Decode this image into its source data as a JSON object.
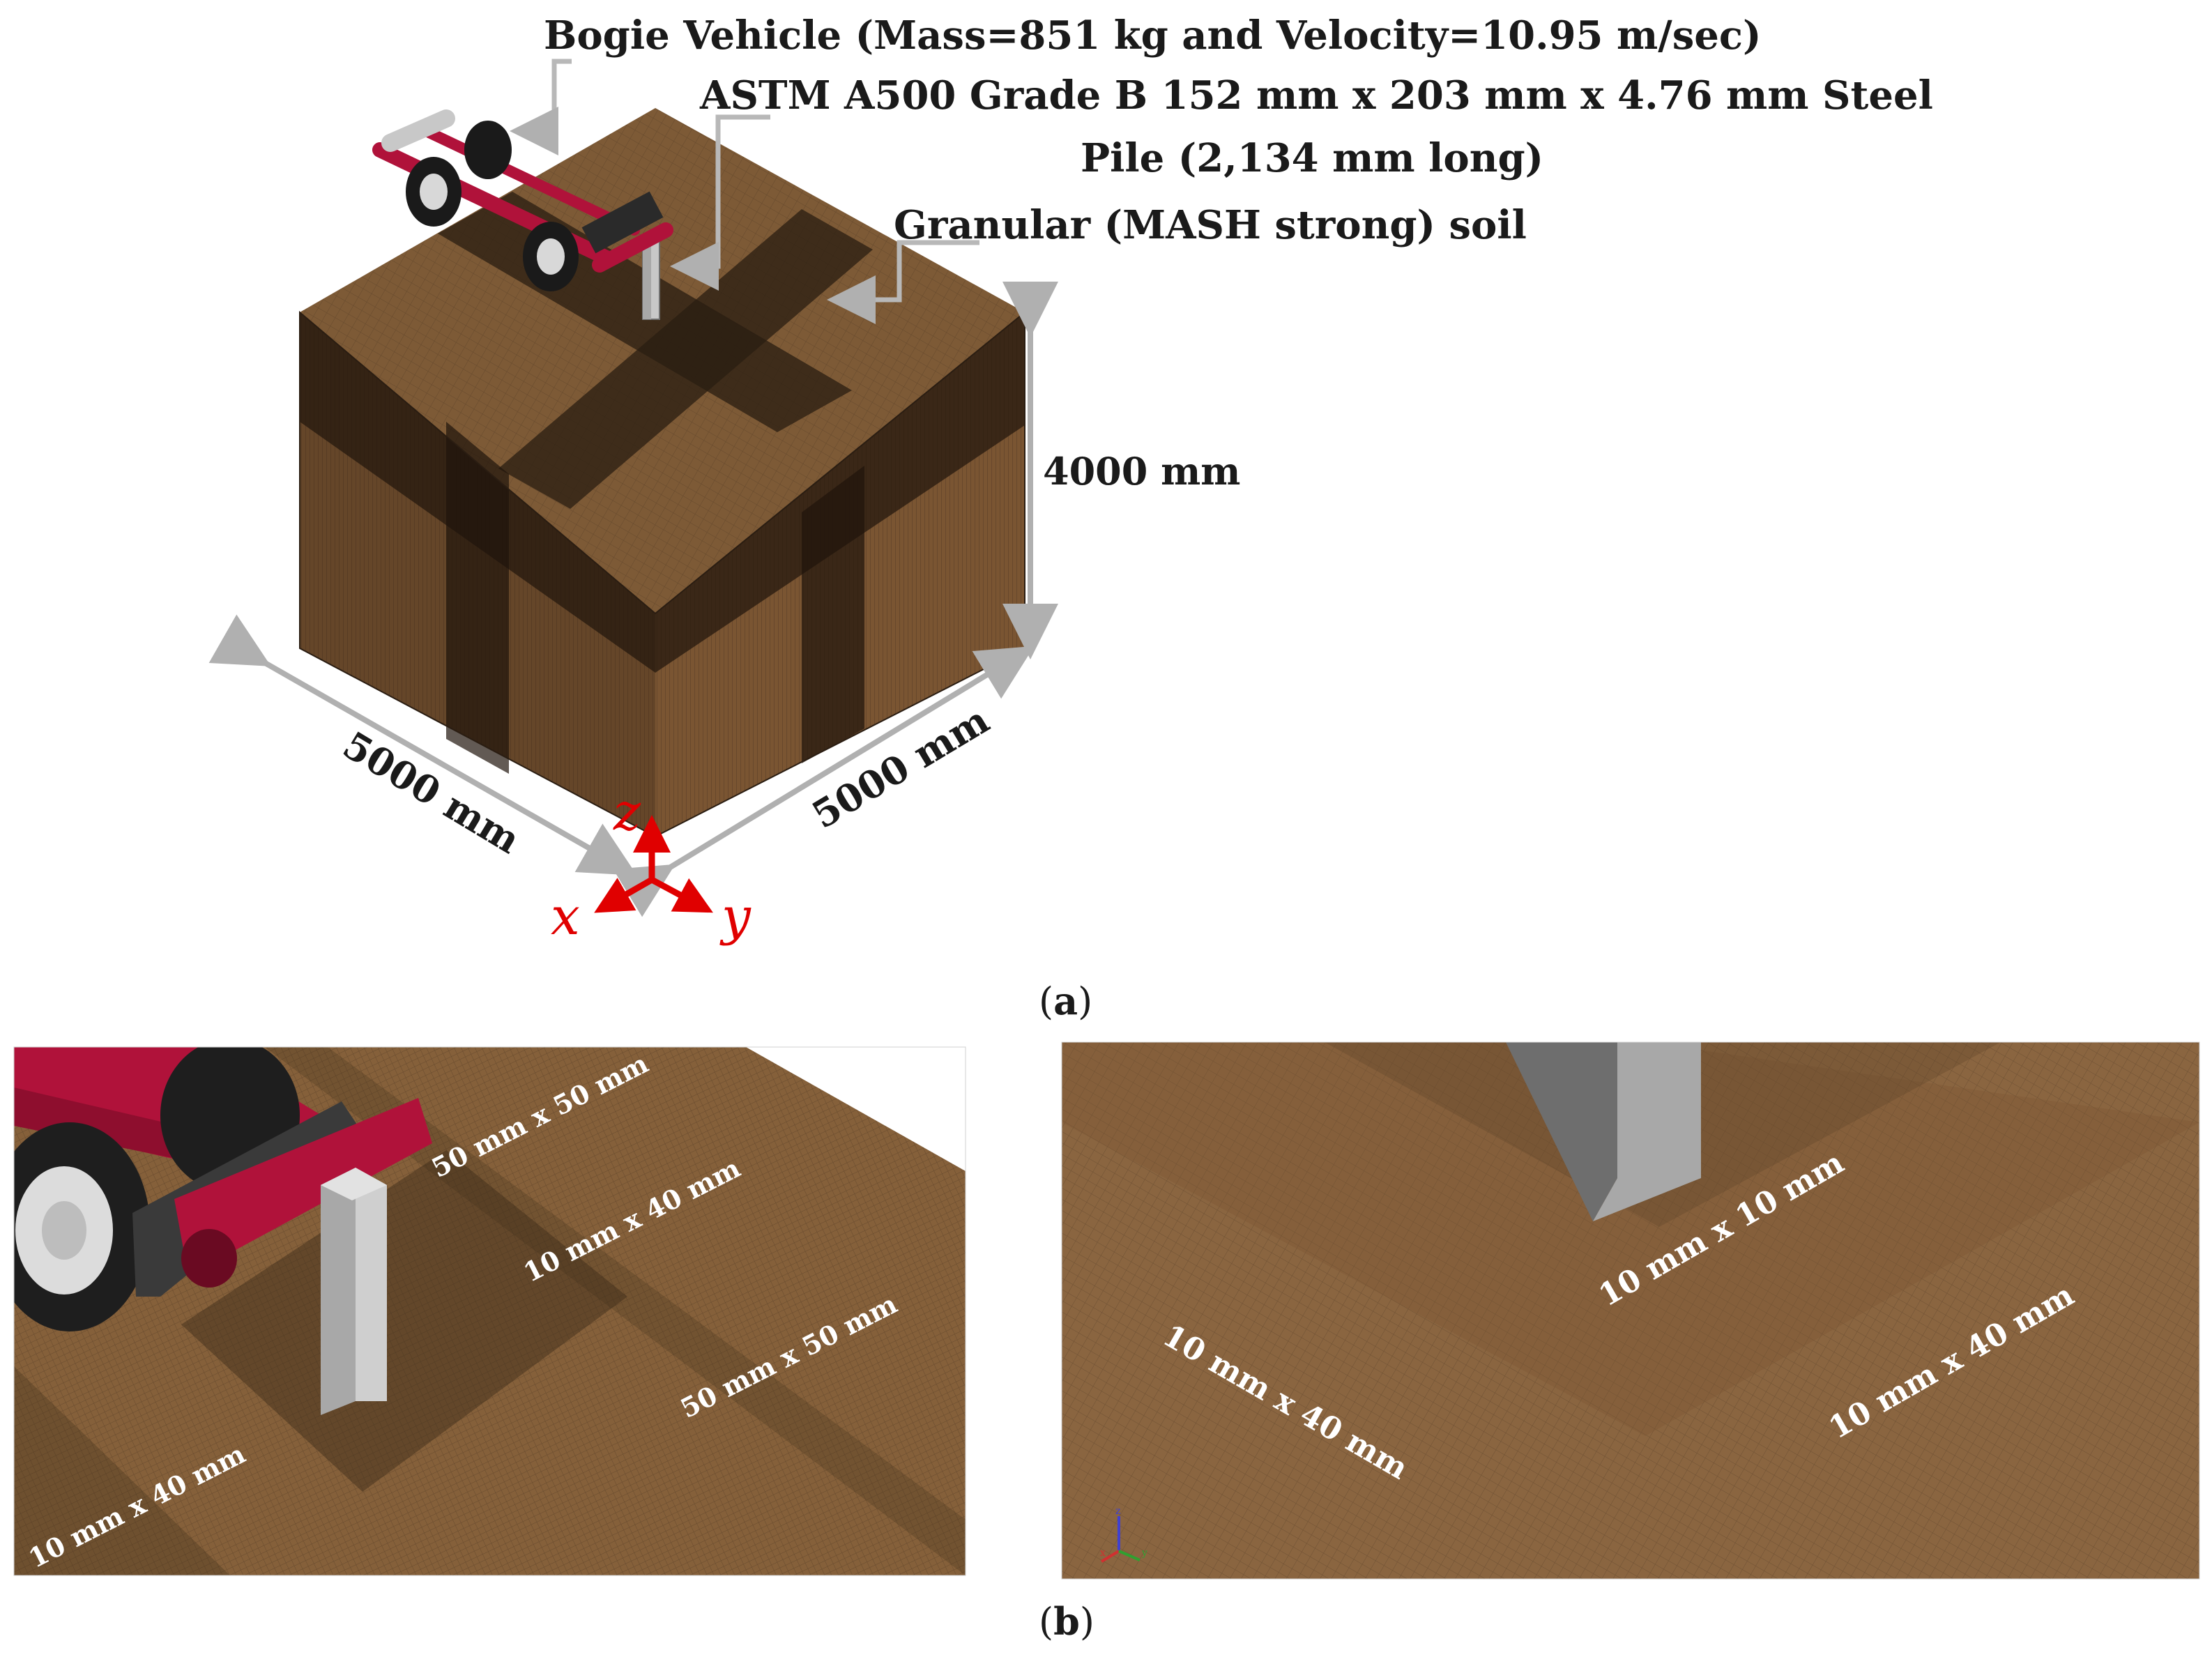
{
  "panel_a": {
    "annotations": {
      "bogie": "Bogie Vehicle (Mass=851 kg and Velocity=10.95 m/sec)",
      "pile_line1": "ASTM A500 Grade B 152 mm x 203 mm x 4.76 mm Steel",
      "pile_line2": "Pile (2,134 mm long)",
      "soil": "Granular (MASH strong) soil"
    },
    "dimensions": {
      "height": "4000 mm",
      "length_left": "5000 mm",
      "length_right": "5000 mm"
    },
    "axes": {
      "x": "x",
      "y": "y",
      "z": "z"
    },
    "caption_open": "(",
    "caption_letter": "a",
    "caption_close": ")"
  },
  "panel_b": {
    "left_mesh_labels": [
      "50 mm x 50 mm",
      "10 mm x 40 mm",
      "50 mm x 50 mm",
      "10 mm x 40 mm"
    ],
    "right_mesh_labels": [
      "10 mm x 10 mm",
      "10 mm x 40 mm",
      "10 mm x 40 mm"
    ],
    "triad": {
      "x": "x",
      "y": "y",
      "z": "z"
    },
    "caption_open": "(",
    "caption_letter": "b",
    "caption_close": ")"
  },
  "colors": {
    "soil": "#7d5a36",
    "soil_dark": "#2a1d12",
    "vehicle": "#b0123a",
    "pile": "#b8b8b8",
    "axis": "#e00000",
    "dimension_arrow": "#b0b0b0"
  }
}
